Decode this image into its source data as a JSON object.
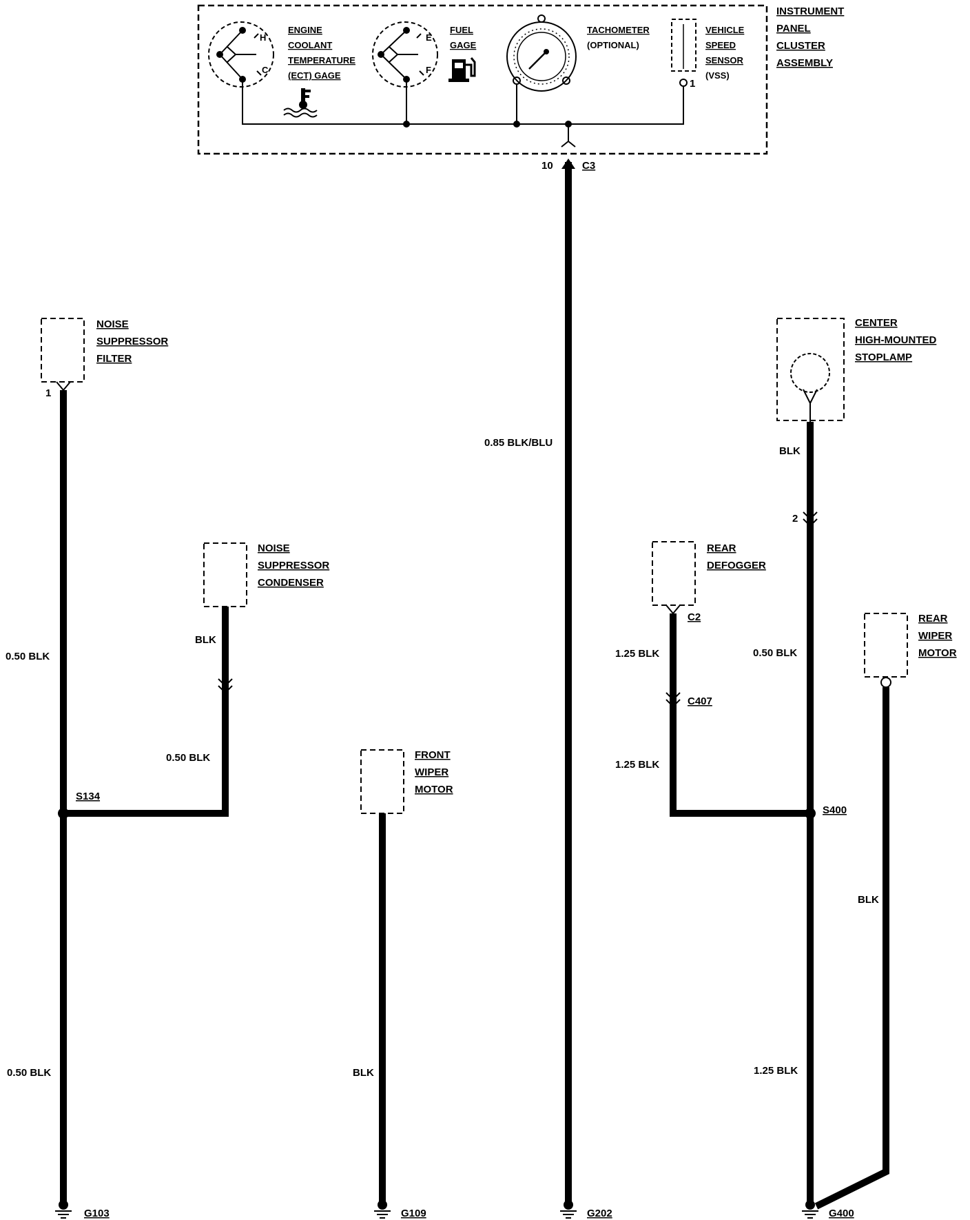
{
  "components": {
    "instrument_panel": [
      "INSTRUMENT",
      "PANEL",
      "CLUSTER",
      "ASSEMBLY"
    ],
    "ect_gage": [
      "ENGINE",
      "COOLANT",
      "TEMPERATURE",
      "(ECT) GAGE"
    ],
    "fuel_gage": [
      "FUEL",
      "GAGE"
    ],
    "tachometer": [
      "TACHOMETER",
      "(OPTIONAL)"
    ],
    "vss": [
      "VEHICLE",
      "SPEED",
      "SENSOR",
      "(VSS)"
    ],
    "noise_filter": [
      "NOISE",
      "SUPPRESSOR",
      "FILTER"
    ],
    "noise_condenser": [
      "NOISE",
      "SUPPRESSOR",
      "CONDENSER"
    ],
    "front_wiper": [
      "FRONT",
      "WIPER",
      "MOTOR"
    ],
    "chmsl": [
      "CENTER",
      "HIGH-MOUNTED",
      "STOPLAMP"
    ],
    "rear_defogger": [
      "REAR",
      "DEFOGGER"
    ],
    "rear_wiper": [
      "REAR",
      "WIPER",
      "MOTOR"
    ]
  },
  "gauge_marks": {
    "hot": "H",
    "cold": "C",
    "empty": "E",
    "full": "F"
  },
  "connectors": {
    "c3_pin": "10",
    "c3": "C3",
    "vss_pin": "1",
    "filter_pin": "1",
    "chmsl_pin": "2",
    "c2": "C2",
    "c407": "C407"
  },
  "splices": {
    "s134": "S134",
    "s400": "S400"
  },
  "grounds": {
    "g103": "G103",
    "g109": "G109",
    "g202": "G202",
    "g400": "G400"
  },
  "wires": {
    "main": "0.85 BLK/BLU",
    "filter_upper": "0.50 BLK",
    "filter_lower": "0.50 BLK",
    "condenser_upper": "BLK",
    "condenser_lower": "0.50 BLK",
    "front_wiper": "BLK",
    "chmsl_upper": "BLK",
    "chmsl_lower": "0.50 BLK",
    "defogger_upper": "1.25 BLK",
    "defogger_lower": "1.25 BLK",
    "s400_g400": "1.25 BLK",
    "rear_wiper": "BLK"
  }
}
